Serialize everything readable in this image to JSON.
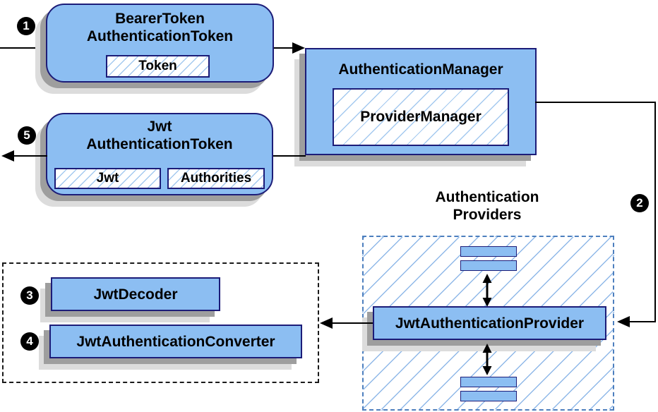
{
  "nodes": {
    "bearer": {
      "title_line1": "BearerToken",
      "title_line2": "AuthenticationToken",
      "chip": "Token"
    },
    "manager": {
      "title": "AuthenticationManager",
      "chip": "ProviderManager"
    },
    "jwt_token": {
      "title_line1": "Jwt",
      "title_line2": "AuthenticationToken",
      "chip1": "Jwt",
      "chip2": "Authorities"
    },
    "providers_group": {
      "label_line1": "Authentication",
      "label_line2": "Providers"
    },
    "provider": {
      "title": "JwtAuthenticationProvider"
    },
    "decoder": {
      "title": "JwtDecoder"
    },
    "converter": {
      "title": "JwtAuthenticationConverter"
    }
  },
  "badges": {
    "step1": "1",
    "step2": "2",
    "step3": "3",
    "step4": "4",
    "step5": "5"
  },
  "colors": {
    "node_fill": "#8cbef2",
    "node_border": "#1c1c78",
    "hatch_line": "#a4c9ef",
    "dashed_blue_border": "#4d7fbe",
    "dashed_black_border": "#1a1a1a",
    "arrow": "#000000",
    "badge_bg": "#000000",
    "badge_fg": "#ffffff",
    "shadow_dark": "#9e9e9e",
    "shadow_light": "#dcdcdc"
  }
}
